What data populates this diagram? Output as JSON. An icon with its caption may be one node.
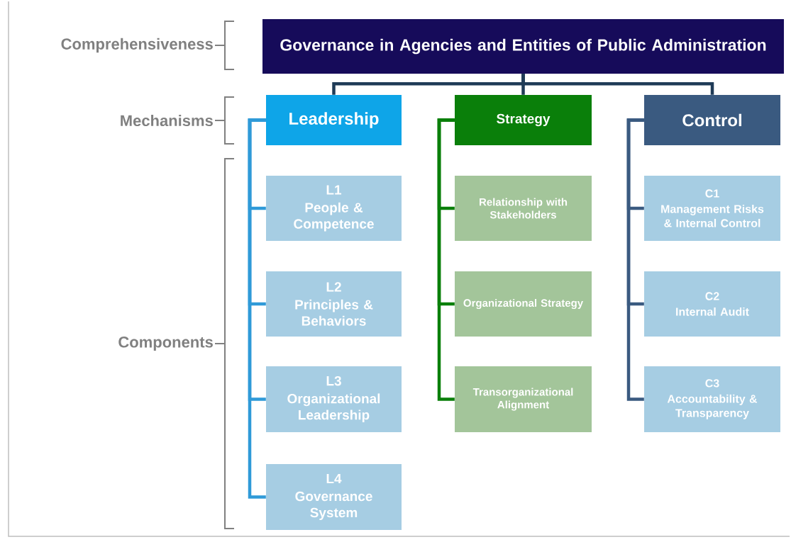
{
  "diagram": {
    "nodes": [
      {
        "text": [
          "Governance in Agencies and Entities of Public Administration"
        ]
      },
      {
        "text": [
          "Leadership"
        ]
      },
      {
        "text": [
          "Strategy"
        ]
      },
      {
        "text": [
          "Control"
        ]
      },
      {
        "text": [
          "L1",
          "People & Competence"
        ]
      },
      {
        "text": [
          "L2",
          "Principles & Behaviors"
        ]
      },
      {
        "text": [
          "L3",
          "Organizational Leadership"
        ]
      },
      {
        "text": [
          "L4",
          "Governance System"
        ]
      },
      {
        "text": [
          "Relationship with Stakeholders"
        ]
      },
      {
        "text": [
          "Organizational Strategy"
        ]
      },
      {
        "text": [
          "Transorganizational Alignment"
        ]
      },
      {
        "text": [
          "C1",
          "Management Risks & Internal Control"
        ]
      },
      {
        "text": [
          "C2",
          "Internal Audit"
        ]
      },
      {
        "text": [
          "C3",
          "Accountability & Transparency"
        ]
      }
    ],
    "edges": [
      {
        "from": 0,
        "to": 1,
        "arrow": "none",
        "color": "#1f3b57"
      },
      {
        "from": 0,
        "to": 2,
        "arrow": "none",
        "color": "#1f3b57"
      },
      {
        "from": 0,
        "to": 3,
        "arrow": "none",
        "color": "#1f3b57"
      },
      {
        "from": 1,
        "to": 4,
        "arrow": "none",
        "color": "#2f9ad8"
      },
      {
        "from": 1,
        "to": 5,
        "arrow": "none",
        "color": "#2f9ad8"
      },
      {
        "from": 1,
        "to": 6,
        "arrow": "none",
        "color": "#2f9ad8"
      },
      {
        "from": 1,
        "to": 7,
        "arrow": "none",
        "color": "#2f9ad8"
      },
      {
        "from": 2,
        "to": 8,
        "arrow": "none",
        "color": "#0a7f0a"
      },
      {
        "from": 2,
        "to": 9,
        "arrow": "none",
        "color": "#0a7f0a"
      },
      {
        "from": 2,
        "to": 10,
        "arrow": "none",
        "color": "#0a7f0a"
      },
      {
        "from": 3,
        "to": 11,
        "arrow": "none",
        "color": "#3a5a80"
      },
      {
        "from": 3,
        "to": 12,
        "arrow": "none",
        "color": "#3a5a80"
      },
      {
        "from": 3,
        "to": 13,
        "arrow": "none",
        "color": "#3a5a80"
      }
    ],
    "labels": [
      "Comprehensiveness",
      "Mechanisms",
      "Components"
    ]
  }
}
